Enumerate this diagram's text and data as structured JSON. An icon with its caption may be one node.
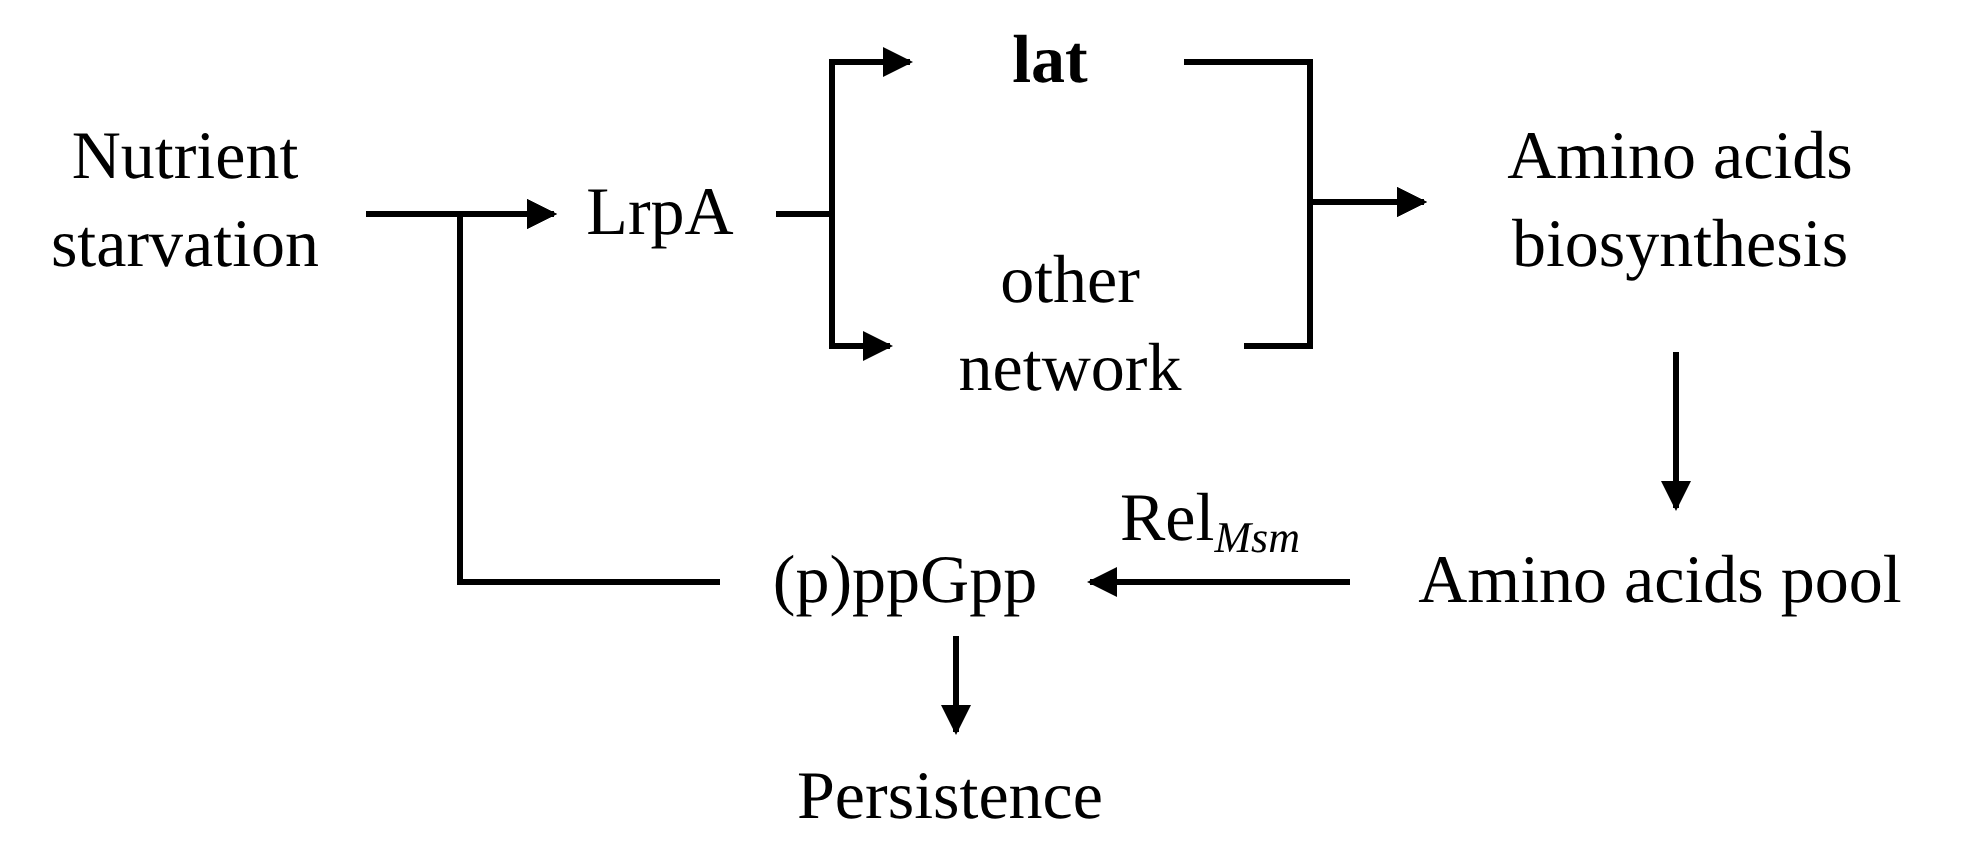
{
  "diagram": {
    "nodes": [
      {
        "text": [
          "Nutrient starvation"
        ]
      },
      {
        "text": [
          "LrpA"
        ]
      },
      {
        "text": [
          "lat"
        ]
      },
      {
        "text": [
          "other network"
        ]
      },
      {
        "text": [
          "Amino acids biosynthesis"
        ]
      },
      {
        "text": [
          "Amino acids pool"
        ]
      },
      {
        "text": [
          "(p)ppGpp"
        ]
      },
      {
        "text": [
          "Persistence"
        ]
      }
    ],
    "edges": [
      {
        "from": 0,
        "to": 1,
        "arrow": "to"
      },
      {
        "from": 6,
        "to": 1,
        "arrow": "to"
      },
      {
        "from": 1,
        "to": 2,
        "arrow": "to"
      },
      {
        "from": 1,
        "to": 3,
        "arrow": "to"
      },
      {
        "from": 2,
        "to": 4,
        "arrow": "to"
      },
      {
        "from": 3,
        "to": 4,
        "arrow": "to"
      },
      {
        "from": 4,
        "to": 5,
        "arrow": "to"
      },
      {
        "from": 5,
        "to": 6,
        "arrow": "to",
        "label": "Rel$_{Msm}$"
      },
      {
        "from": 6,
        "to": 7,
        "arrow": "to"
      }
    ]
  }
}
